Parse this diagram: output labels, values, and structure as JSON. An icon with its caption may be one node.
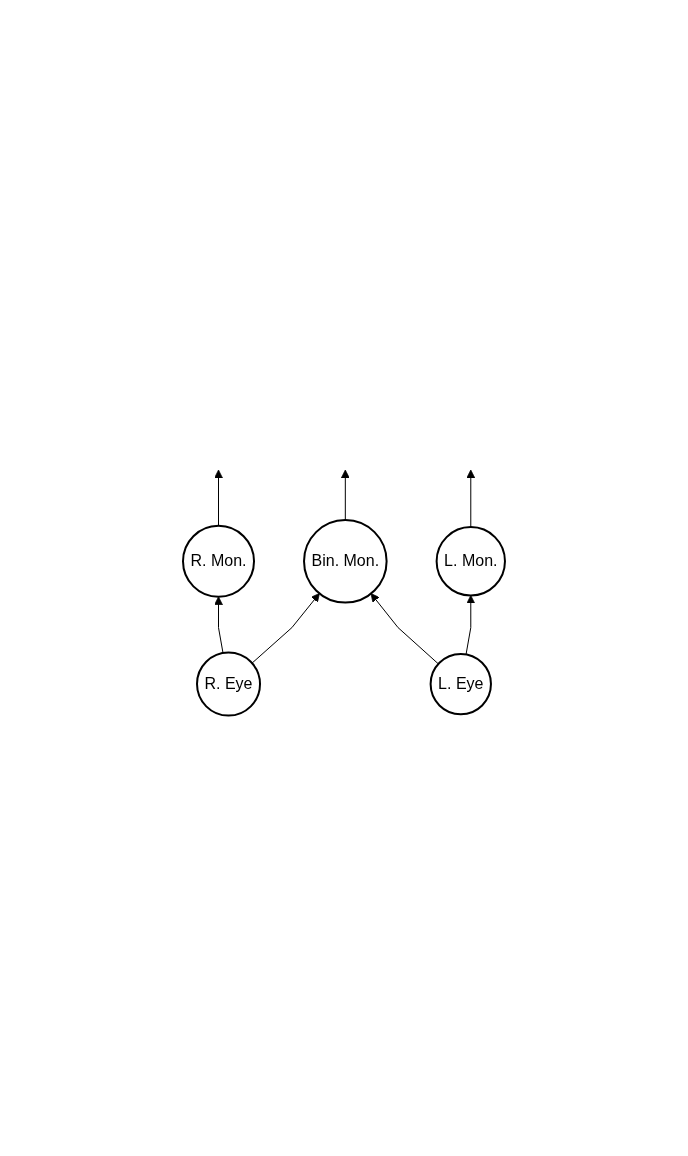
{
  "diagram": {
    "nodes": [
      {
        "text": [
          "R. Mon."
        ]
      },
      {
        "text": [
          "Bin. Mon."
        ]
      },
      {
        "text": [
          "L. Mon."
        ]
      },
      {
        "text": [
          "R. Eye"
        ]
      },
      {
        "text": [
          "L. Eye"
        ]
      }
    ],
    "edges": [
      {
        "from": 0,
        "to": null,
        "arrow": "to"
      },
      {
        "from": 1,
        "to": null,
        "arrow": "to"
      },
      {
        "from": 2,
        "to": null,
        "arrow": "to"
      },
      {
        "from": 3,
        "to": 0,
        "arrow": "to"
      },
      {
        "from": 3,
        "to": 1,
        "arrow": "to"
      },
      {
        "from": 4,
        "to": 1,
        "arrow": "to"
      },
      {
        "from": 4,
        "to": 2,
        "arrow": "to"
      }
    ]
  }
}
